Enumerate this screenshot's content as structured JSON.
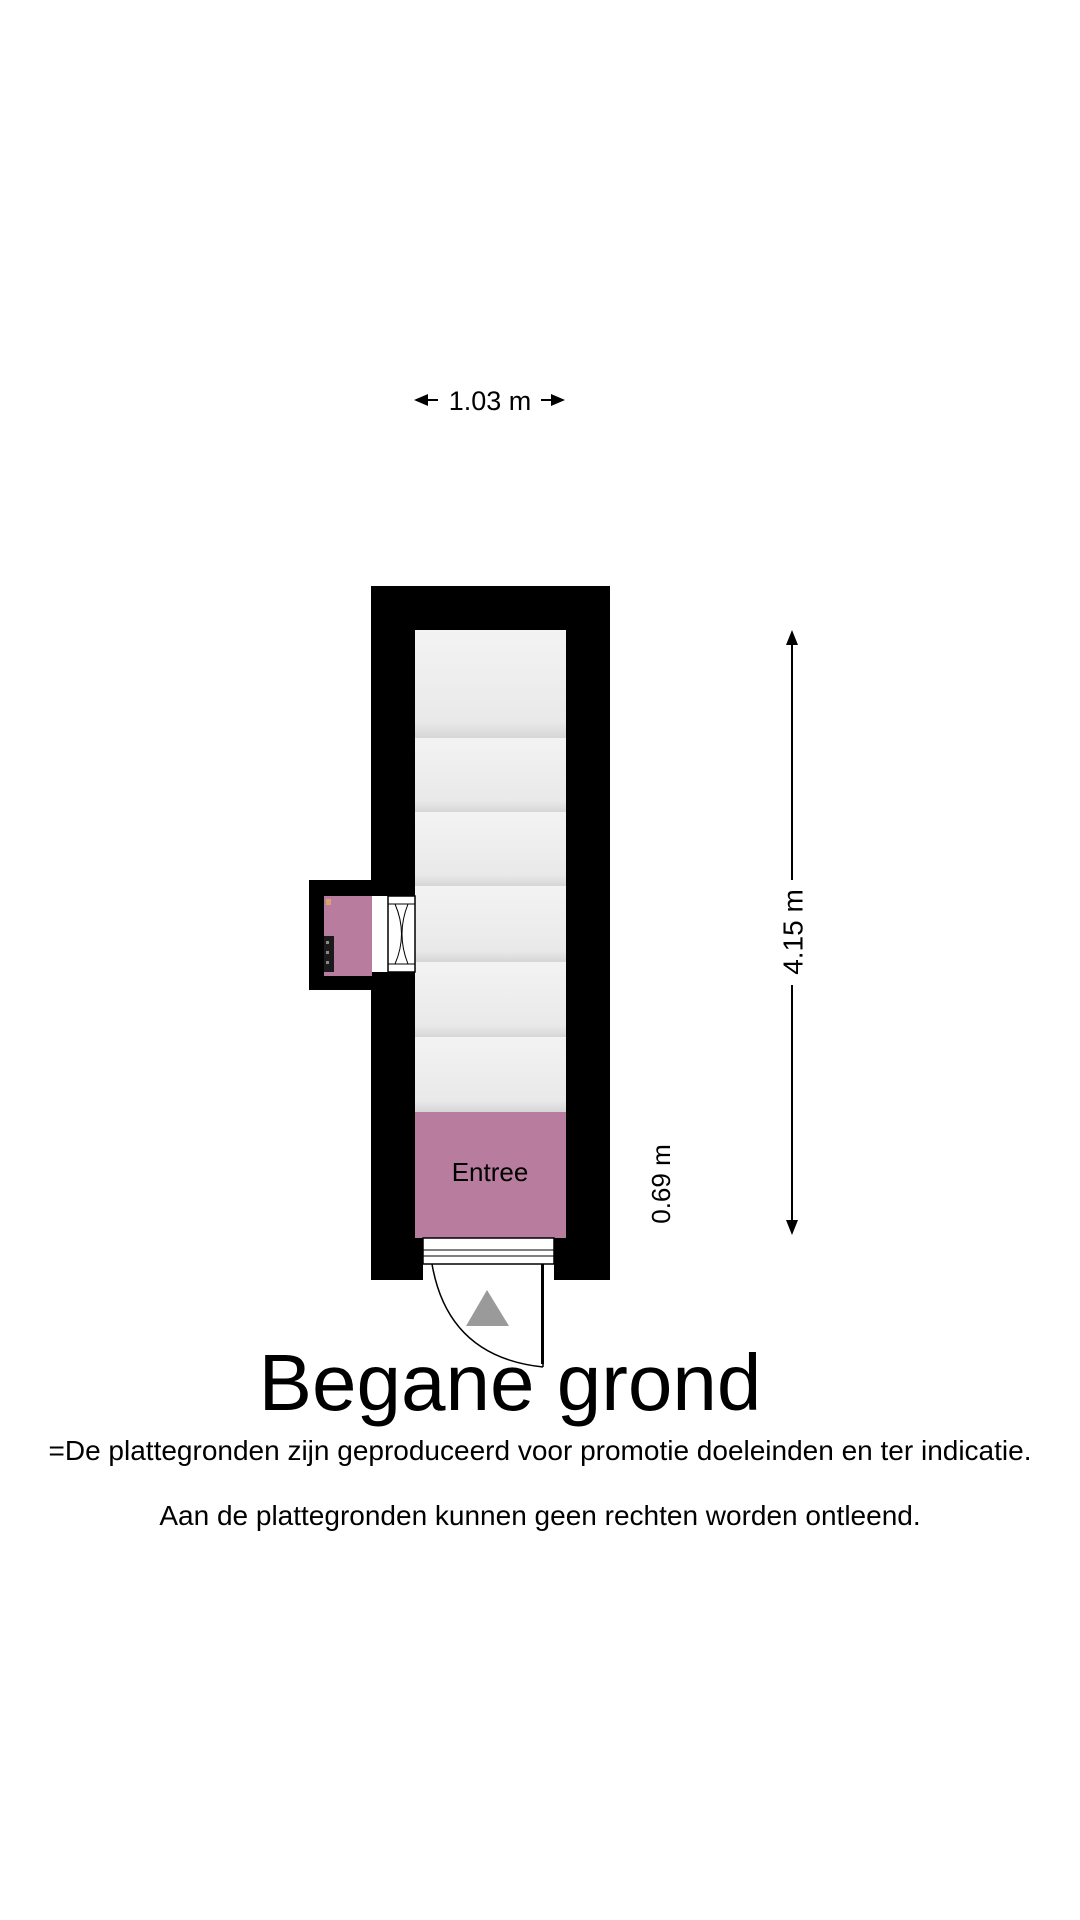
{
  "floor": {
    "title": "Begane grond"
  },
  "rooms": [
    {
      "label": "Entree"
    }
  ],
  "dimensions": {
    "width": "1.03 m",
    "length": "4.15 m",
    "entree_depth": "0.69 m"
  },
  "disclaimers": [
    "=De plattegronden zijn geproduceerd voor promotie doeleinden en ter indicatie.",
    "Aan de plattegronden kunnen geen rechten worden ontleend."
  ],
  "colors": {
    "wall": "#000000",
    "room_fill": "#b87c9e",
    "stair_step": "#ebebeb",
    "door_triangle": "#9a9a9a"
  }
}
